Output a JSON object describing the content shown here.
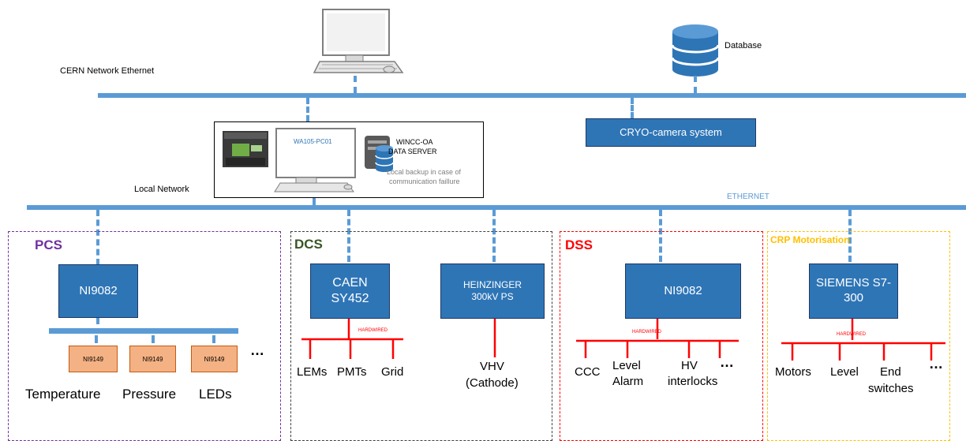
{
  "network": {
    "cern_label": "CERN Network Ethernet",
    "local_label": "Local Network",
    "ethernet_label": "ETHERNET",
    "database_label": "Database",
    "cryo_camera_label": "CRYO-camera system"
  },
  "server": {
    "pc_label": "WA105-PC01",
    "title_line1": "WINCC-OA",
    "title_line2": "DATA SERVER",
    "backup_line1": "Local backup in case of",
    "backup_line2": "communication faillure"
  },
  "pcs": {
    "title": "PCS",
    "controller": "NI9082",
    "modules": [
      "NI9149",
      "NI9149",
      "NI9149"
    ],
    "outputs": [
      "Temperature",
      "Pressure",
      "LEDs"
    ],
    "ellipsis": "…"
  },
  "dcs": {
    "title": "DCS",
    "caen_line1": "CAEN",
    "caen_line2": "SY452",
    "heinzinger_line1": "HEINZINGER",
    "heinzinger_line2": "300kV PS",
    "hardwired": "HARDWIRED",
    "outputs": [
      "LEMs",
      "PMTs",
      "Grid"
    ],
    "vhv_line1": "VHV",
    "vhv_line2": "(Cathode)"
  },
  "dss": {
    "title": "DSS",
    "controller": "NI9082",
    "hardwired": "HARDWIRED",
    "out_ccc": "CCC",
    "out_level_line1": "Level",
    "out_level_line2": "Alarm",
    "out_hv_line1": "HV",
    "out_hv_line2": "interlocks",
    "ellipsis": "…"
  },
  "crp": {
    "title": "CRP Motorisation",
    "controller_line1": "SIEMENS S7-",
    "controller_line2": "300",
    "hardwired": "HARDWIRED",
    "out_motors": "Motors",
    "out_level": "Level",
    "out_end_line1": "End",
    "out_end_line2": "switches",
    "ellipsis": "…"
  },
  "colors": {
    "bus": "#5b9bd5",
    "node": "#2e75b6",
    "module": "#f4b183",
    "wire": "#ff0000",
    "pcs": "#7030a0",
    "dcs": "#375623",
    "dss": "#ff0000",
    "crp": "#ffc000"
  }
}
